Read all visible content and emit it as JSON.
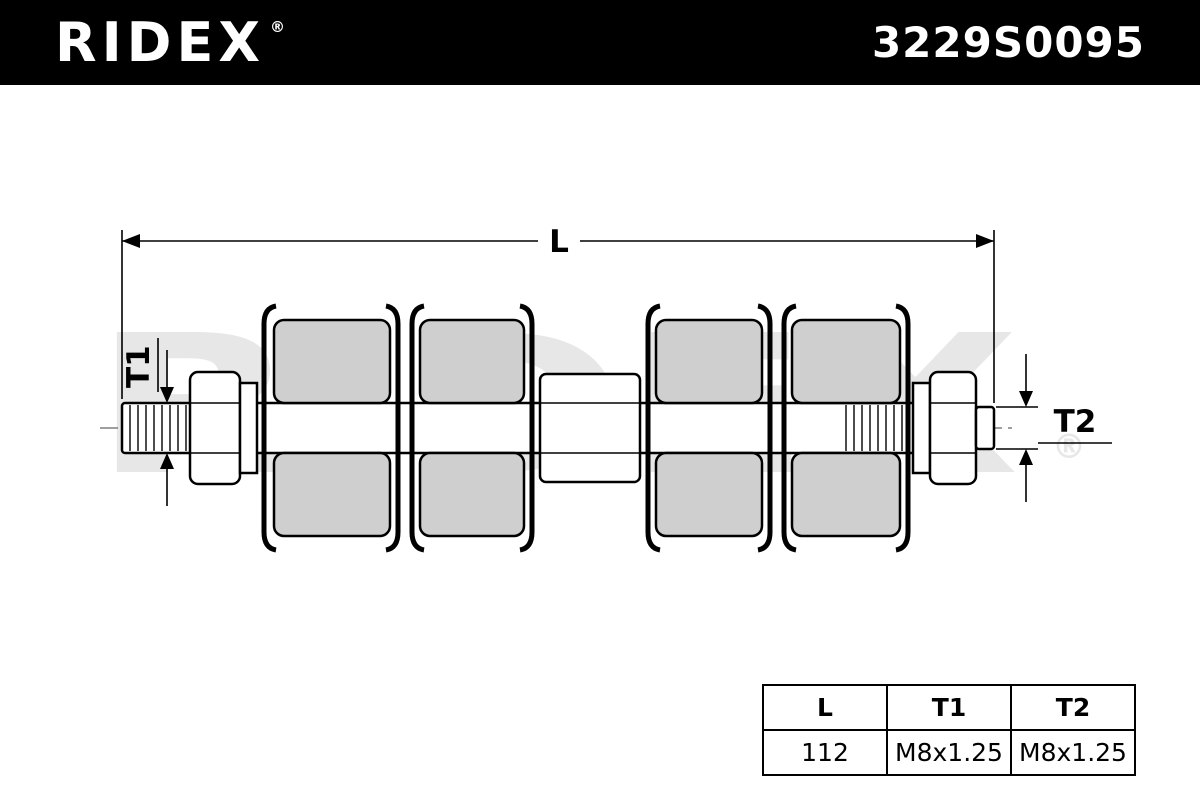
{
  "header": {
    "brand": "RIDEX",
    "brand_reg": "®",
    "part_number": "3229S0095",
    "bg_color": "#000000",
    "text_color": "#ffffff"
  },
  "watermark": {
    "text": "RIDEX",
    "reg": "®",
    "color": "#e7e7e7"
  },
  "diagram": {
    "line_color": "#000000",
    "bushing_fill": "#cfcfcf",
    "dimensions": {
      "length_label": "L",
      "t1_label": "T1",
      "t2_label": "T2"
    }
  },
  "spec_table": {
    "columns": [
      "L",
      "T1",
      "T2"
    ],
    "values": [
      "112",
      "M8x1.25",
      "M8x1.25"
    ]
  }
}
